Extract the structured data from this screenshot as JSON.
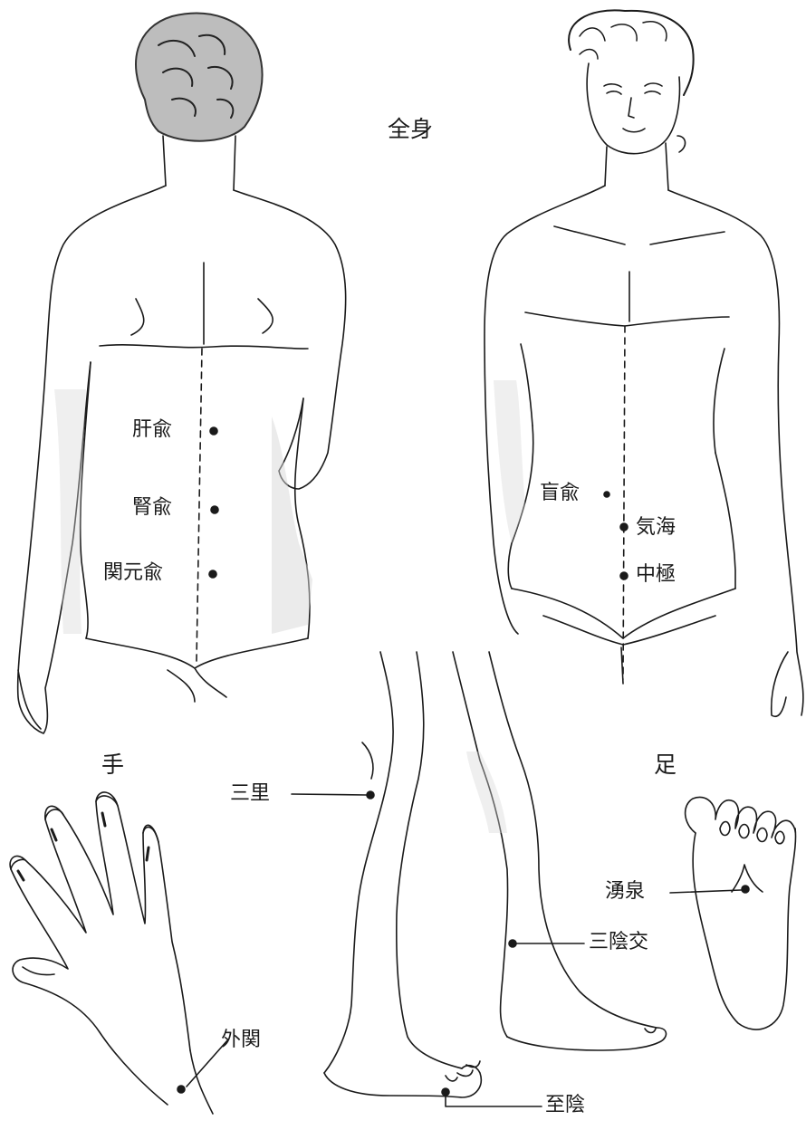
{
  "section_labels": {
    "whole_body": "全身",
    "hand": "手",
    "foot": "足"
  },
  "acupoints": {
    "kanyu": "肝兪",
    "jinyu": "腎兪",
    "kangengenyu": "関元兪",
    "koyu": "盲兪",
    "kikai": "気海",
    "chukyoku": "中極",
    "sanri": "三里",
    "sanninko": "三陰交",
    "yusen": "湧泉",
    "gaikan": "外関",
    "shiin": "至陰"
  },
  "colors": {
    "ink": "#1a1a1a",
    "paper": "#ffffff",
    "shade": "#c8c8c8"
  }
}
